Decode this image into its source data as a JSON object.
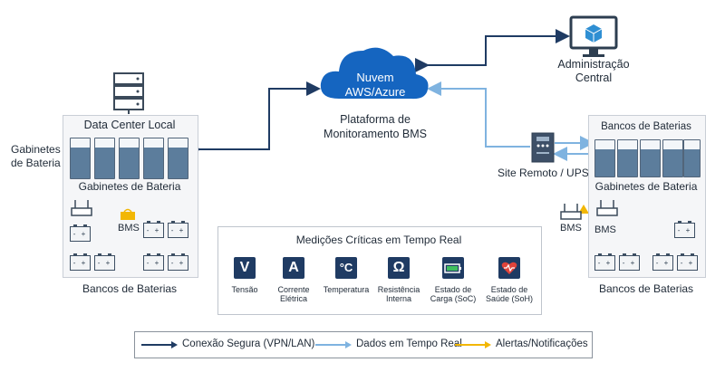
{
  "cloud": {
    "title": "Nuvem",
    "subtitle": "AWS/Azure"
  },
  "platform": {
    "line1": "Plataforma de",
    "line2": "Monitoramento BMS"
  },
  "admin": {
    "line1": "Administração",
    "line2": "Central"
  },
  "local": {
    "datacenter": "Data Center Local",
    "side_label_1": "Gabinetes",
    "side_label_2": "de Bateria",
    "cabinets": "Gabinetes de Bateria",
    "bms": "BMS",
    "banks": "Bancos de Baterias"
  },
  "remote": {
    "site": "Site Remoto / UPS",
    "banks_top": "Bancos de Baterias",
    "cabinets": "Gabinetes de Bateria",
    "bms_left": "BMS",
    "bms_right": "BMS",
    "banks_bottom": "Bancos de Baterias"
  },
  "battery_terminals": "- +",
  "measurements": {
    "title": "Medições Críticas em Tempo Real",
    "items": [
      {
        "symbol": "V",
        "label1": "Tensão",
        "label2": "",
        "icon": "voltage-icon",
        "color": "#1f3b63"
      },
      {
        "symbol": "A",
        "label1": "Corrente",
        "label2": "Elétrica",
        "icon": "current-icon",
        "color": "#1f3b63"
      },
      {
        "symbol": "°C",
        "label1": "Temperatura",
        "label2": "",
        "icon": "temperature-icon",
        "color": "#1f3b63"
      },
      {
        "symbol": "Ω",
        "label1": "Resistência",
        "label2": "Interna",
        "icon": "resistance-icon",
        "color": "#1f3b63"
      },
      {
        "symbol": "",
        "label1": "Estado de",
        "label2": "Carga (SoC)",
        "icon": "battery-charge-icon",
        "color": "#1f3b63"
      },
      {
        "symbol": "",
        "label1": "Estado de",
        "label2": "Saúde (SoH)",
        "icon": "heart-pulse-icon",
        "color": "#1f3b63"
      }
    ]
  },
  "legend": {
    "secure": "Conexão Segura (VPN/LAN)",
    "realtime": "Dados em Tempo Real",
    "alerts": "Alertas/Notificações",
    "colors": {
      "secure": "#1f3b63",
      "realtime": "#7fb3e0",
      "alerts": "#f2b705"
    }
  }
}
